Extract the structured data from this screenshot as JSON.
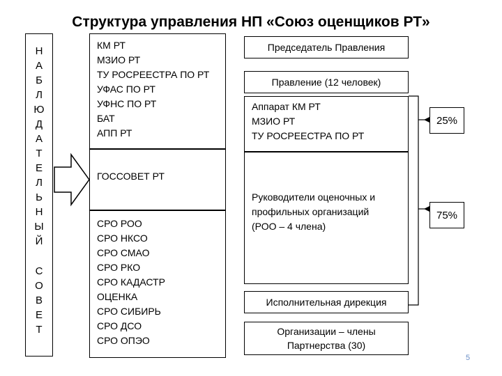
{
  "title": "Структура управления НП «Союз оценщиков РТ»",
  "supervisory_board": {
    "letters1": [
      "Н",
      "А",
      "Б",
      "Л",
      "Ю",
      "Д",
      "А",
      "Т",
      "Е",
      "Л",
      "Ь",
      "Н",
      "Ы",
      "Й"
    ],
    "letters2": [
      "С",
      "О",
      "В",
      "Е",
      "Т"
    ]
  },
  "members": {
    "government": "КМ РТ\nМЗИО РТ\nТУ РОСРЕЕСТРА ПО РТ\nУФАС ПО РТ\nУФНС ПО РТ\nБАТ\nАПП РТ",
    "gossovet": "ГОССОВЕТ РТ",
    "sro": "СРО РОО\nСРО НКСО\nСРО СМАО\nСРО РКО\nСРО КАДАСТР\nОЦЕНКА\nСРО СИБИРЬ\nСРО ДСО\nСРО ОПЭО"
  },
  "governance": {
    "chairman": "Председатель Правления",
    "board": "Правление (12 человек)",
    "apparatus": "Аппарат КМ РТ\nМЗИО РТ\nТУ РОСРЕЕСТРА ПО РТ",
    "heads": "Руководители оценочных  и\nпрофильных организаций\n(РОО – 4 члена)",
    "directorate": "Исполнительная дирекция",
    "partnership": "Организации – члены\nПартнерства (30)"
  },
  "shares": {
    "share_apparatus": "25%",
    "share_heads": "75%"
  },
  "page_number": "5"
}
